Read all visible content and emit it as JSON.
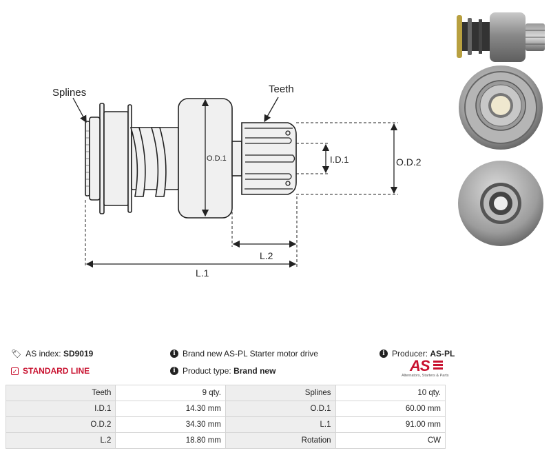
{
  "diagram": {
    "labels": {
      "splines": "Splines",
      "teeth": "Teeth",
      "od1": "O.D.1",
      "id1": "I.D.1",
      "od2": "O.D.2",
      "l2": "L.2",
      "l1": "L.1"
    }
  },
  "photos": [
    "side-view-photo",
    "front-view-photo",
    "rear-view-photo"
  ],
  "info": {
    "as_index_label": "AS index:",
    "as_index_value": "SD9019",
    "standard_line": "STANDARD LINE",
    "description": "Brand new AS-PL Starter motor drive",
    "product_type_label": "Product type:",
    "product_type_value": "Brand new",
    "producer_label": "Producer:",
    "producer_value": "AS-PL",
    "logo_text": "AS",
    "logo_tagline": "Alternators, Starters & Parts"
  },
  "specs": [
    {
      "label1": "Teeth",
      "value1": "9 qty.",
      "label2": "Splines",
      "value2": "10 qty."
    },
    {
      "label1": "I.D.1",
      "value1": "14.30 mm",
      "label2": "O.D.1",
      "value2": "60.00 mm"
    },
    {
      "label1": "O.D.2",
      "value1": "34.30 mm",
      "label2": "L.1",
      "value2": "91.00 mm"
    },
    {
      "label1": "L.2",
      "value1": "18.80 mm",
      "label2": "Rotation",
      "value2": "CW"
    }
  ],
  "colors": {
    "brand_red": "#c8102e",
    "part_fill": "#f0f0f0",
    "line": "#222222"
  }
}
